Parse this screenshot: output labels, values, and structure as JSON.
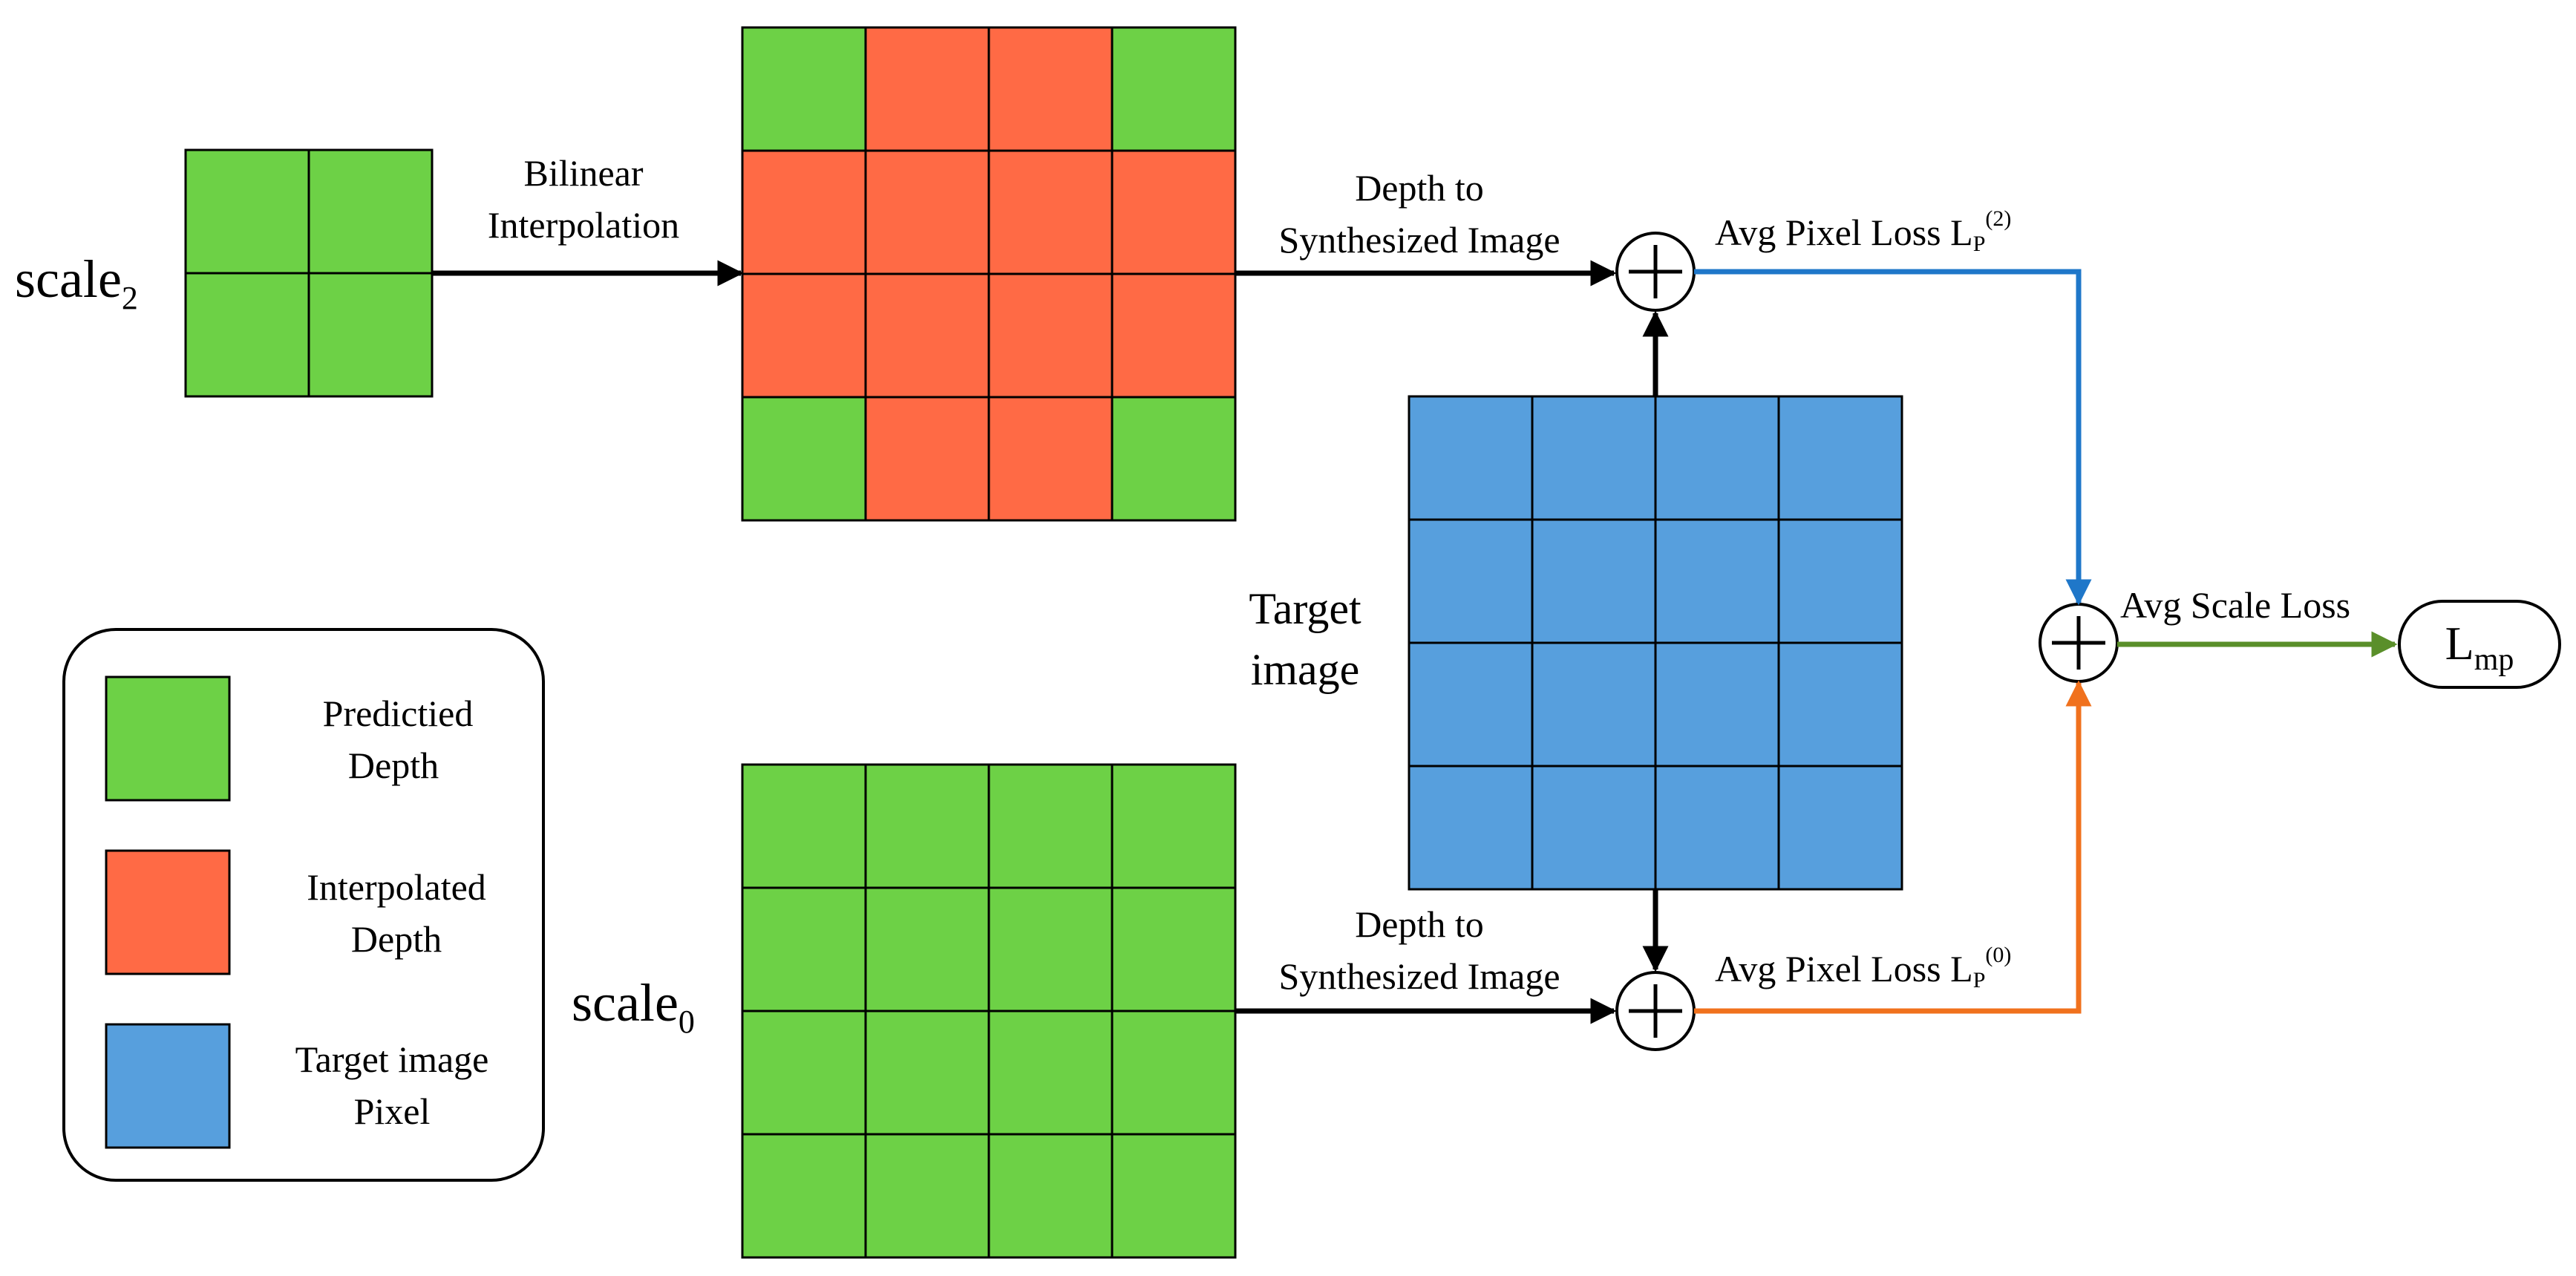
{
  "colors": {
    "predicted": "#6DD146",
    "interpolated": "#FF6A45",
    "target": "#579FDD",
    "blue_line": "#1F77C9",
    "orange_line": "#F0711D",
    "green_line": "#5A8F2A",
    "stroke": "#000000"
  },
  "labels": {
    "scale2_main": "scale",
    "scale2_sub": "2",
    "scale0_main": "scale",
    "scale0_sub": "0",
    "bilinear_line1": "Bilinear",
    "bilinear_line2": "Interpolation",
    "depth_top_line1": "Depth to",
    "depth_top_line2": "Synthesized Image",
    "depth_bottom_line1": "Depth to",
    "depth_bottom_line2": "Synthesized Image",
    "avg_pixel_top_main": "Avg Pixel Loss L",
    "avg_pixel_top_sub": "P",
    "avg_pixel_top_sup": "(2)",
    "avg_pixel_bottom_main": "Avg Pixel Loss L",
    "avg_pixel_bottom_sub": "P",
    "avg_pixel_bottom_sup": "(0)",
    "avg_scale": "Avg Scale Loss",
    "target_line1": "Target",
    "target_line2": "image",
    "lmp_main": "L",
    "lmp_sub": "mp"
  },
  "legend": [
    {
      "line1": "Predictied",
      "line2": "Depth",
      "color": "predicted"
    },
    {
      "line1": "Interpolated",
      "line2": "Depth",
      "color": "interpolated"
    },
    {
      "line1": "Target image",
      "line2": "Pixel",
      "color": "target"
    }
  ],
  "grids": {
    "scale2_small": [
      [
        "predicted",
        "predicted"
      ],
      [
        "predicted",
        "predicted"
      ]
    ],
    "scale2_interp": [
      [
        "predicted",
        "interpolated",
        "interpolated",
        "predicted"
      ],
      [
        "interpolated",
        "interpolated",
        "interpolated",
        "interpolated"
      ],
      [
        "interpolated",
        "interpolated",
        "interpolated",
        "interpolated"
      ],
      [
        "predicted",
        "interpolated",
        "interpolated",
        "predicted"
      ]
    ],
    "target": [
      [
        "target",
        "target",
        "target",
        "target"
      ],
      [
        "target",
        "target",
        "target",
        "target"
      ],
      [
        "target",
        "target",
        "target",
        "target"
      ],
      [
        "target",
        "target",
        "target",
        "target"
      ]
    ],
    "scale0": [
      [
        "predicted",
        "predicted",
        "predicted",
        "predicted"
      ],
      [
        "predicted",
        "predicted",
        "predicted",
        "predicted"
      ],
      [
        "predicted",
        "predicted",
        "predicted",
        "predicted"
      ],
      [
        "predicted",
        "predicted",
        "predicted",
        "predicted"
      ]
    ]
  }
}
